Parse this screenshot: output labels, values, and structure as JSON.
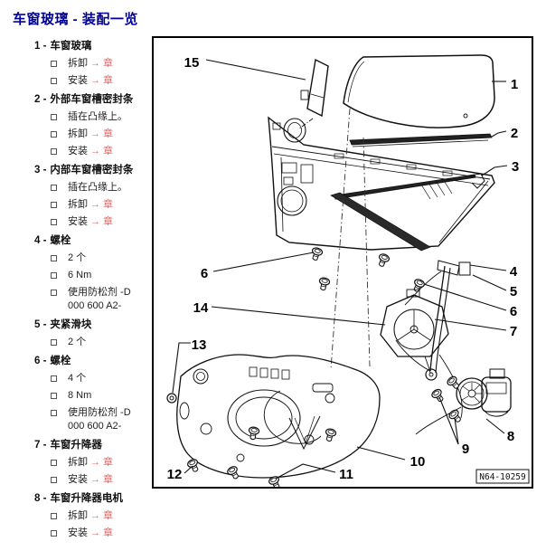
{
  "page": {
    "title": "车窗玻璃 - 装配一览"
  },
  "colors": {
    "title": "#000099",
    "chapter_link": "#e06666",
    "body_text": "#222222",
    "line_art": "#111111"
  },
  "legend": {
    "items": [
      {
        "num": "1 -",
        "label": "车窗玻璃",
        "subs": [
          {
            "type": "link",
            "text": "拆卸",
            "arrow": "→",
            "link": "章"
          },
          {
            "type": "link",
            "text": "安装",
            "arrow": "→",
            "link": "章"
          }
        ]
      },
      {
        "num": "2 -",
        "label": "外部车窗槽密封条",
        "subs": [
          {
            "type": "plain",
            "text": "插在凸缘上。"
          },
          {
            "type": "link",
            "text": "拆卸",
            "arrow": "→",
            "link": "章"
          },
          {
            "type": "link",
            "text": "安装",
            "arrow": "→",
            "link": "章"
          }
        ]
      },
      {
        "num": "3 -",
        "label": "内部车窗槽密封条",
        "subs": [
          {
            "type": "plain",
            "text": "插在凸缘上。"
          },
          {
            "type": "link",
            "text": "拆卸",
            "arrow": "→",
            "link": "章"
          },
          {
            "type": "link",
            "text": "安装",
            "arrow": "→",
            "link": "章"
          }
        ]
      },
      {
        "num": "4 -",
        "label": "螺栓",
        "subs": [
          {
            "type": "plain",
            "text": "2 个"
          },
          {
            "type": "plain",
            "text": "6 Nm"
          },
          {
            "type": "plain",
            "text": "使用防松剂 -D 000 600 A2-"
          }
        ]
      },
      {
        "num": "5 -",
        "label": "夹紧滑块",
        "subs": [
          {
            "type": "plain",
            "text": "2 个"
          }
        ]
      },
      {
        "num": "6 -",
        "label": "螺栓",
        "subs": [
          {
            "type": "plain",
            "text": "4 个"
          },
          {
            "type": "plain",
            "text": "8 Nm"
          },
          {
            "type": "plain",
            "text": "使用防松剂 -D 000 600 A2-"
          }
        ]
      },
      {
        "num": "7 -",
        "label": "车窗升降器",
        "subs": [
          {
            "type": "link",
            "text": "拆卸",
            "arrow": "→",
            "link": "章"
          },
          {
            "type": "link",
            "text": "安装",
            "arrow": "→",
            "link": "章"
          }
        ]
      },
      {
        "num": "8 -",
        "label": "车窗升降器电机",
        "subs": [
          {
            "type": "link",
            "text": "拆卸",
            "arrow": "→",
            "link": "章"
          },
          {
            "type": "link",
            "text": "安装",
            "arrow": "→",
            "link": "章"
          }
        ]
      }
    ]
  },
  "figure": {
    "code": "N64-10259",
    "callouts": {
      "c1": "1",
      "c2": "2",
      "c3": "3",
      "c4": "4",
      "c5": "5",
      "c6_right": "6",
      "c7": "7",
      "c8": "8",
      "c9": "9",
      "c10": "10",
      "c11": "11",
      "c12": "12",
      "c13": "13",
      "c14": "14",
      "c15": "15",
      "c6_left": "6"
    }
  }
}
